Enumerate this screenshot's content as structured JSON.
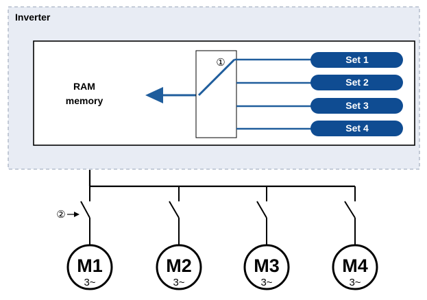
{
  "inverter": {
    "title": "Inverter",
    "ram_line1": "RAM",
    "ram_line2": "memory",
    "callout_switch": "①",
    "sets": [
      {
        "label": "Set 1"
      },
      {
        "label": "Set 2"
      },
      {
        "label": "Set 3"
      },
      {
        "label": "Set 4"
      }
    ]
  },
  "motors_section": {
    "callout_contactor": "②",
    "motors": [
      {
        "name": "M1",
        "phase": "3~"
      },
      {
        "name": "M2",
        "phase": "3~"
      },
      {
        "name": "M3",
        "phase": "3~"
      },
      {
        "name": "M4",
        "phase": "3~"
      }
    ]
  },
  "colors": {
    "set_fill": "#0f4c92",
    "signal_line": "#1f5d9c",
    "inverter_bg": "#e8ecf4",
    "inverter_border": "#a9b3c4",
    "ink": "#000000"
  }
}
